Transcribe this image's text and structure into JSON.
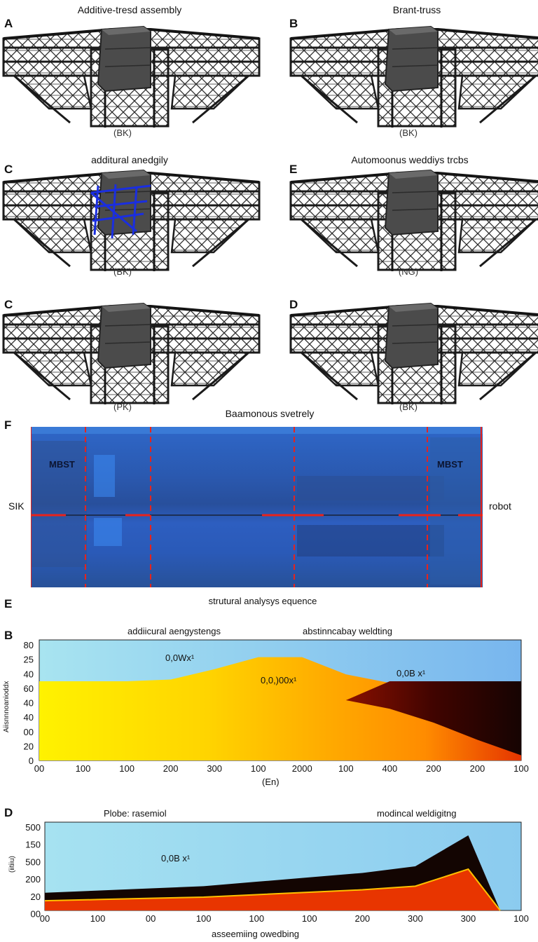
{
  "panels": [
    {
      "letter": "A",
      "title": "Additive-tresd assembly",
      "caption": "(BK)"
    },
    {
      "letter": "B",
      "title": "Brant-truss",
      "caption": "(BK)"
    },
    {
      "letter": "C",
      "title": "additural anedgily",
      "caption": "(BK)"
    },
    {
      "letter": "E",
      "title": "Automoonus weddiys trcbs",
      "caption": "(NG)"
    },
    {
      "letter": "C",
      "title": "",
      "caption": "(PK)"
    },
    {
      "letter": "D",
      "title": "",
      "caption": "(BK)"
    }
  ],
  "heatmap": {
    "letter": "F",
    "title": "Baamonous svetrely",
    "left_label": "SIK",
    "right_label": "robot",
    "tag_left": "MBST",
    "tag_right": "MBST",
    "caption": "strutural analysys equence"
  },
  "chart1": {
    "letter_above": "E",
    "letter": "B",
    "label_left": "addiicural aengystengs",
    "label_right": "abstinncabay weldting",
    "ylabel": "Aiisnnnoanioddx",
    "xlabel": "(En)",
    "anno": [
      "0,0Wx¹",
      "0,0,)00x¹",
      "0,0B x¹"
    ]
  },
  "chart2": {
    "letter": "D",
    "label_left": "Plobe:  rasemiol",
    "label_right": "modincal weldigitng",
    "ylabel": "(iitiiu)",
    "xlabel": "asseemiing owedbing",
    "anno": [
      "0,0B x¹"
    ]
  },
  "chart_data": [
    {
      "type": "area",
      "x": [
        "00",
        "100",
        "100",
        "200",
        "300",
        "100",
        "2000",
        "100",
        "400",
        "200",
        "200",
        "100"
      ],
      "yticks": [
        "80",
        "25",
        "40",
        "60",
        "40",
        "40",
        "00",
        "20",
        "0"
      ],
      "series": [
        {
          "values": [
            46,
            46,
            46,
            47,
            53,
            60,
            60,
            50,
            45,
            36,
            26,
            8
          ]
        },
        {
          "values": [
            46,
            46,
            46,
            46,
            45,
            43,
            40,
            35,
            30,
            22,
            12,
            3
          ]
        }
      ],
      "colors": {
        "yellow": "#fff200",
        "orange": "#ff8c00",
        "red": "#e53500",
        "dark": "#160402",
        "bg": "#a8e4f0"
      }
    },
    {
      "type": "area",
      "x": [
        "00",
        "100",
        "00",
        "100",
        "100",
        "100",
        "200",
        "300",
        "300",
        "100"
      ],
      "yticks": [
        "500",
        "150",
        "500",
        "200",
        "20",
        "00"
      ],
      "series": [
        {
          "values": [
            8,
            9,
            10,
            11,
            13,
            15,
            17,
            20,
            34,
            0
          ]
        }
      ],
      "colors": {
        "red": "#e83500",
        "yellow": "#ffc000",
        "dark": "#130502",
        "bg": "#a6e2f1"
      }
    }
  ]
}
